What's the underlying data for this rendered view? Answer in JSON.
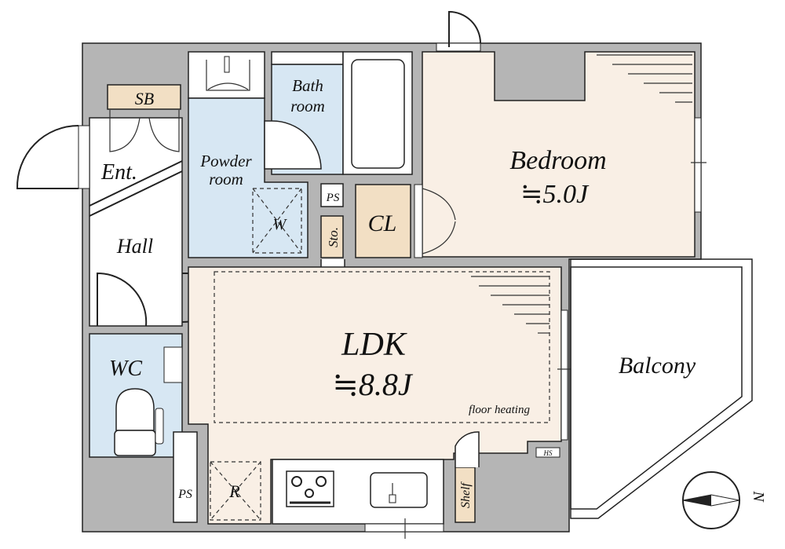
{
  "colors": {
    "wall": "#b5b5b5",
    "wet": "#d7e7f3",
    "floor": "#f9efe5",
    "storage": "#f2dfc4",
    "line": "#222222"
  },
  "rooms": {
    "sb": "SB",
    "entrance": "Ent.",
    "hall": "Hall",
    "powder_line1": "Powder",
    "powder_line2": "room",
    "bath_line1": "Bath",
    "bath_line2": "room",
    "washer": "W",
    "ps_top": "PS",
    "storage": "Sto.",
    "closet": "CL",
    "bedroom": "Bedroom",
    "bedroom_size": "≒5.0J",
    "ldk": "LDK",
    "ldk_size": "≒8.8J",
    "floor_heating": "floor heating",
    "balcony": "Balcony",
    "wc": "WC",
    "ps_bottom": "PS",
    "refrigerator": "R",
    "shelf": "Shelf",
    "hs": "HS"
  },
  "compass": {
    "north_label": "N"
  }
}
